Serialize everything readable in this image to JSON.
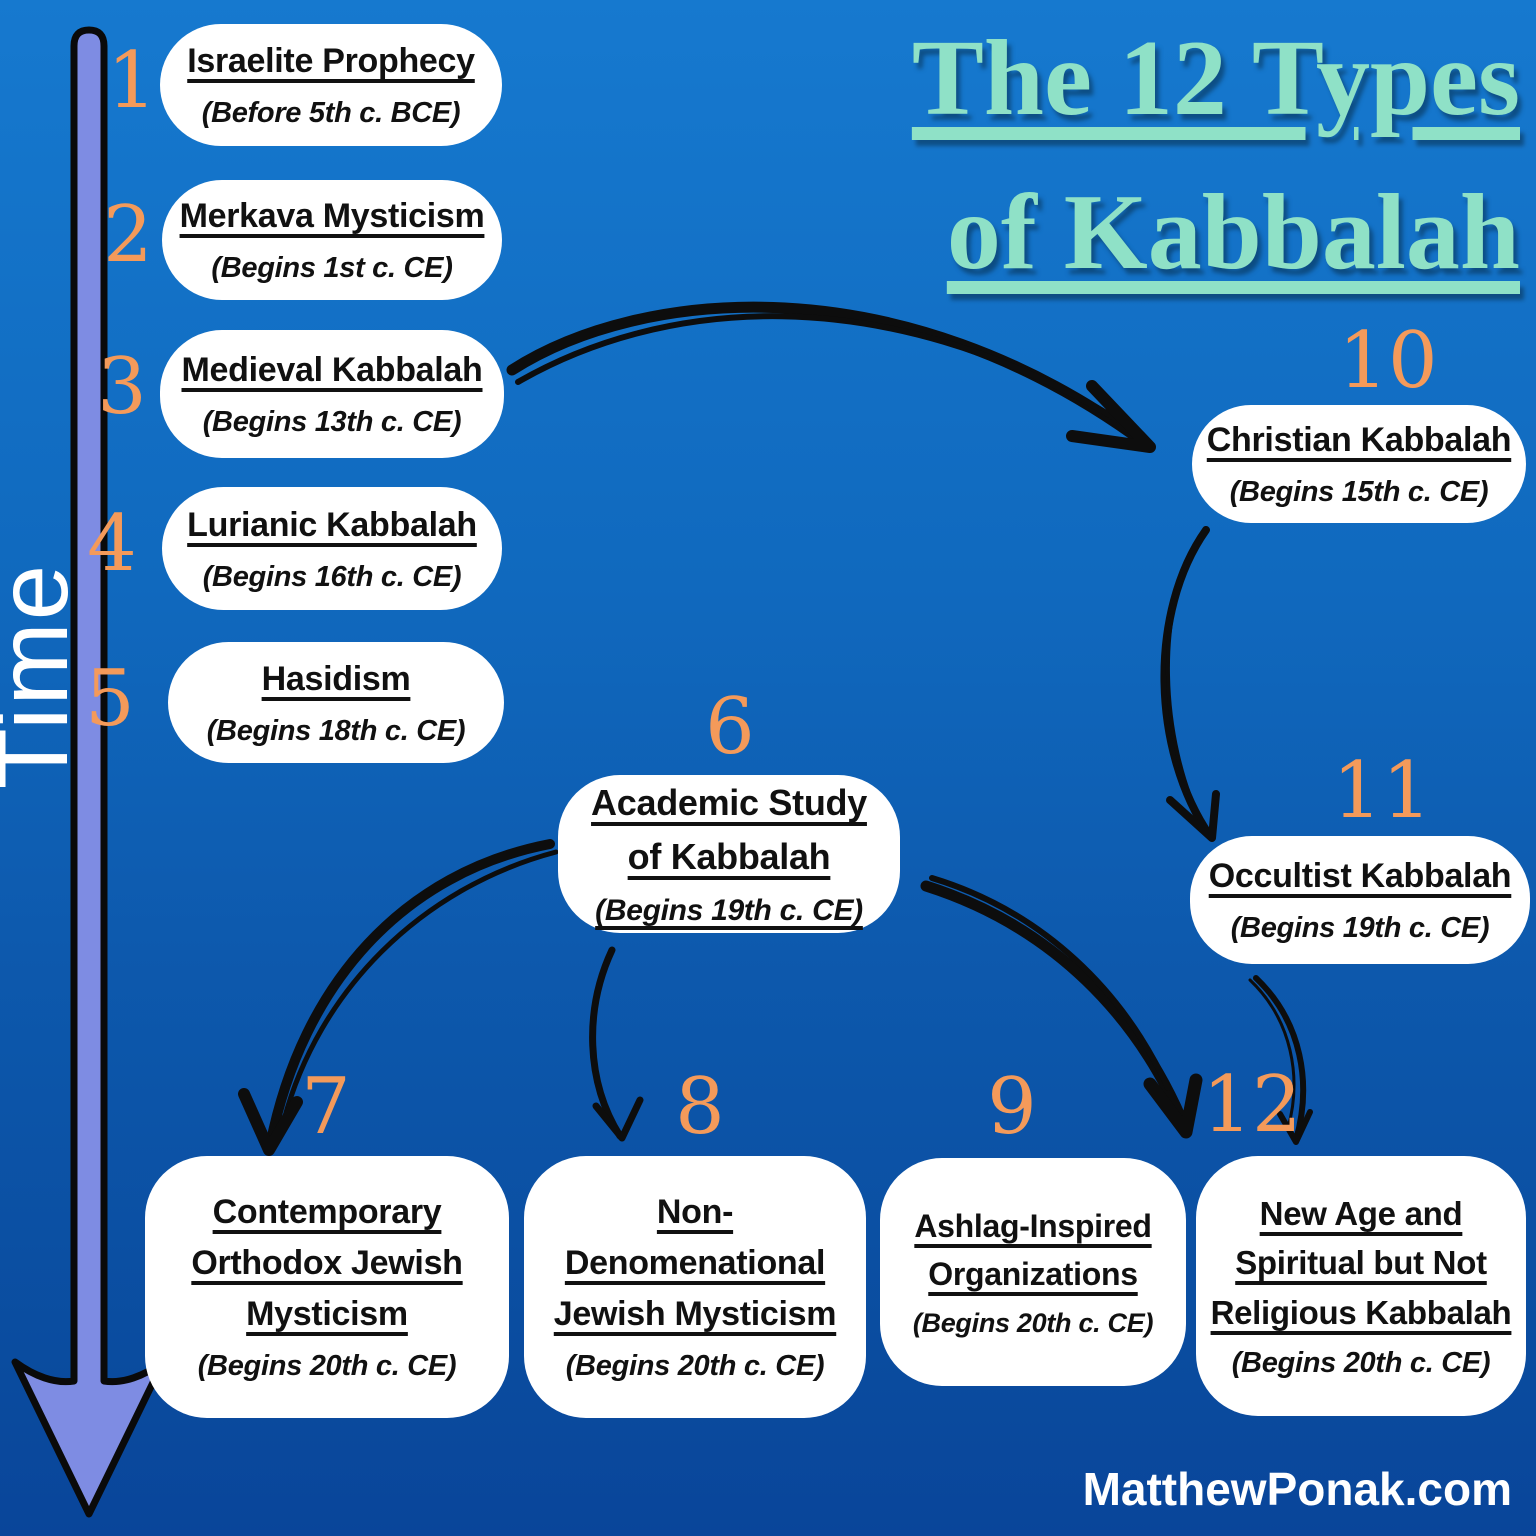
{
  "title": {
    "line1": "The 12 Types",
    "line2": "of Kabbalah"
  },
  "timeline": {
    "label": "Time"
  },
  "watermark": "MatthewPonak.com",
  "colors": {
    "background_top": "#1679cf",
    "background_bottom": "#09459a",
    "bubble_fill": "#ffffff",
    "bubble_text": "#111111",
    "number_orange": "#f49a5a",
    "title_mint": "#8fe1c7",
    "timeline_arrow_fill": "#7e8ce3",
    "hand_arrow": "#0d0d0d",
    "time_label": "#ffffff"
  },
  "nodes": [
    {
      "number": "1",
      "title": "Israelite Prophecy",
      "subtitle": "(Before 5th c. BCE)"
    },
    {
      "number": "2",
      "title": "Merkava Mysticism",
      "subtitle": "(Begins 1st c. CE)"
    },
    {
      "number": "3",
      "title": "Medieval Kabbalah",
      "subtitle": "(Begins 13th c. CE)"
    },
    {
      "number": "4",
      "title": "Lurianic Kabbalah",
      "subtitle": "(Begins 16th c. CE)"
    },
    {
      "number": "5",
      "title": "Hasidism",
      "subtitle": "(Begins 18th c. CE)"
    },
    {
      "number": "6",
      "title": "Academic Study of Kabbalah",
      "subtitle": "(Begins 19th c. CE)"
    },
    {
      "number": "7",
      "title": "Contemporary Orthodox Jewish Mysticism",
      "subtitle": "(Begins 20th c. CE)"
    },
    {
      "number": "8",
      "title": "Non-Denomenational Jewish Mysticism",
      "subtitle": "(Begins 20th c. CE)"
    },
    {
      "number": "9",
      "title": "Ashlag-Inspired Organizations",
      "subtitle": "(Begins 20th c. CE)"
    },
    {
      "number": "10",
      "title": "Christian Kabbalah",
      "subtitle": "(Begins 15th c. CE)"
    },
    {
      "number": "11",
      "title": "Occultist Kabbalah",
      "subtitle": "(Begins 19th c. CE)"
    },
    {
      "number": "12",
      "title": "New Age and Spiritual but Not Religious Kabbalah",
      "subtitle": "(Begins 20th c. CE)"
    }
  ],
  "edges": [
    {
      "from": "3",
      "to": "10"
    },
    {
      "from": "10",
      "to": "11"
    },
    {
      "from": "6",
      "to": "7"
    },
    {
      "from": "6",
      "to": "8"
    },
    {
      "from": "6",
      "to": "12"
    },
    {
      "from": "11",
      "to": "12"
    }
  ]
}
